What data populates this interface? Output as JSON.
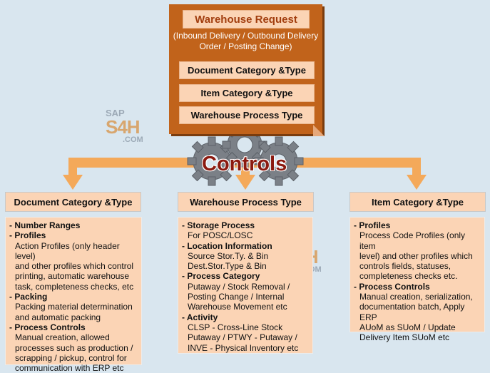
{
  "top": {
    "title": "Warehouse Request",
    "subtitle": "(Inbound Delivery / Outbound Delivery Order / Posting Change)",
    "boxes": [
      "Document Category &Type",
      "Item Category &Type",
      "Warehouse Process Type"
    ]
  },
  "center_label": "Controls",
  "watermark": {
    "line1": "SAP",
    "line2": "S4H",
    "line3": ".COM"
  },
  "columns": [
    {
      "header": "Document Category &Type",
      "sections": [
        {
          "heading": "Number Ranges",
          "lines": []
        },
        {
          "heading": "Profiles",
          "lines": [
            "Action Profiles (only header level)",
            "and other profiles which control",
            "printing, automatic warehouse",
            "task, completeness checks, etc"
          ]
        },
        {
          "heading": "Packing",
          "lines": [
            "Packing material determination",
            "and automatic packing"
          ]
        },
        {
          "heading": "Process Controls",
          "lines": [
            "Manual creation, allowed",
            "processes such as production /",
            "scrapping / pickup, control for",
            "communication with ERP etc"
          ]
        }
      ]
    },
    {
      "header": "Warehouse Process Type",
      "sections": [
        {
          "heading": "Storage Process",
          "lines": [
            "For POSC/LOSC"
          ]
        },
        {
          "heading": "Location Information",
          "lines": [
            "Source Stor.Ty. & Bin",
            "Dest.Stor.Type & Bin"
          ]
        },
        {
          "heading": "Process Category",
          "lines": [
            "Putaway / Stock Removal /",
            "Posting Change / Internal",
            "Warehouse Movement etc"
          ]
        },
        {
          "heading": "Activity",
          "lines": [
            "CLSP - Cross-Line Stock",
            "Putaway / PTWY - Putaway /",
            "INVE - Physical Inventory etc"
          ]
        }
      ]
    },
    {
      "header": "Item Category &Type",
      "sections": [
        {
          "heading": "Profiles",
          "lines": [
            "Process Code Profiles (only item",
            "level) and other profiles which",
            "controls fields, statuses,",
            "completeness checks etc."
          ]
        },
        {
          "heading": "Process Controls",
          "lines": [
            "Manual creation, serialization,",
            "documentation batch, Apply ERP",
            "AUoM as SUoM / Update",
            "Delivery Item SUoM etc"
          ]
        }
      ]
    }
  ]
}
